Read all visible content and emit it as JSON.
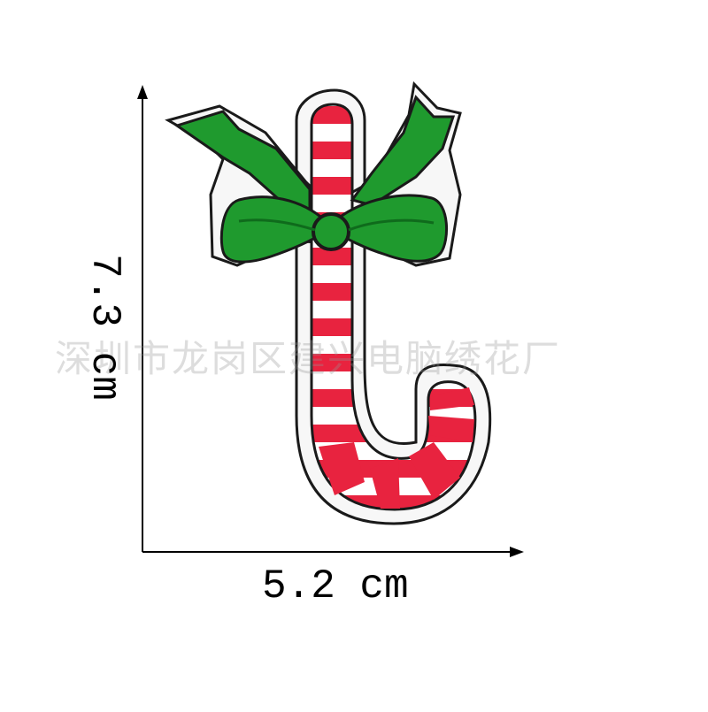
{
  "dimensions": {
    "width_label": "5.2 cm",
    "height_label": "7.3 cm"
  },
  "watermark": "深圳市龙岗区建兴电脑绣花厂",
  "colors": {
    "patch_border": "#1a1a1a",
    "felt_backing": "#f7f7f7",
    "stripe_red": "#e8233f",
    "stripe_white": "#ffffff",
    "bow_green": "#1f9a2e",
    "bow_green_dark": "#0f6b1c",
    "arrow": "#000000"
  }
}
